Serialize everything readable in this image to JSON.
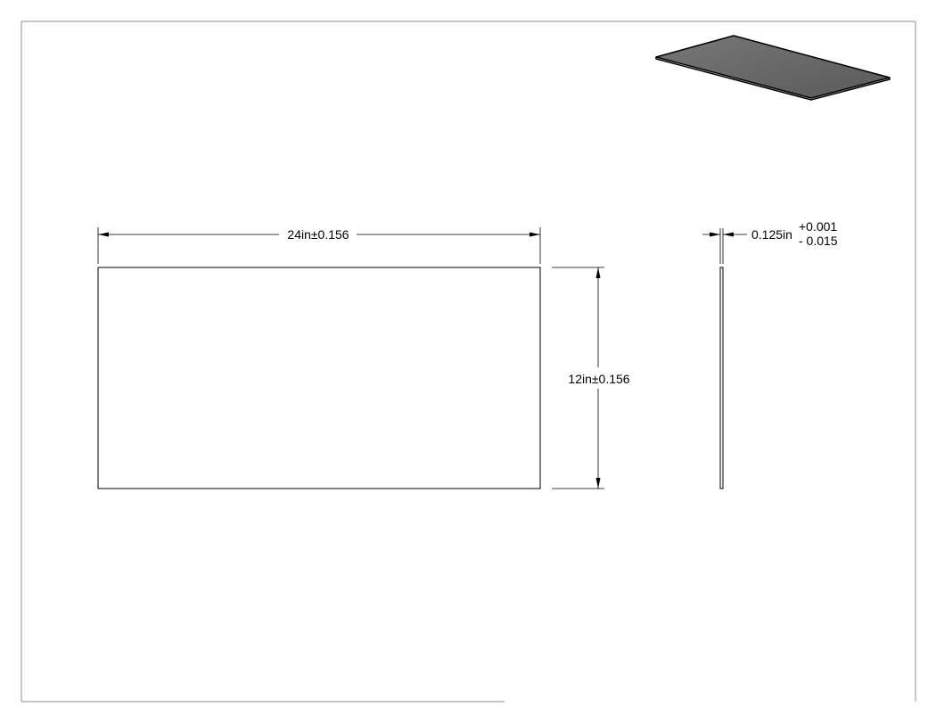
{
  "drawing": {
    "width_dimension": "24in±0.156",
    "height_dimension": "12in±0.156",
    "thickness_dimension": {
      "nominal": "0.125in",
      "upper_tolerance": "+0.001",
      "lower_tolerance": "- 0.015"
    }
  },
  "colors": {
    "line": "#000000",
    "frame": "#8c8c8c",
    "iso_fill": "#6b6b6b",
    "background": "#ffffff"
  }
}
